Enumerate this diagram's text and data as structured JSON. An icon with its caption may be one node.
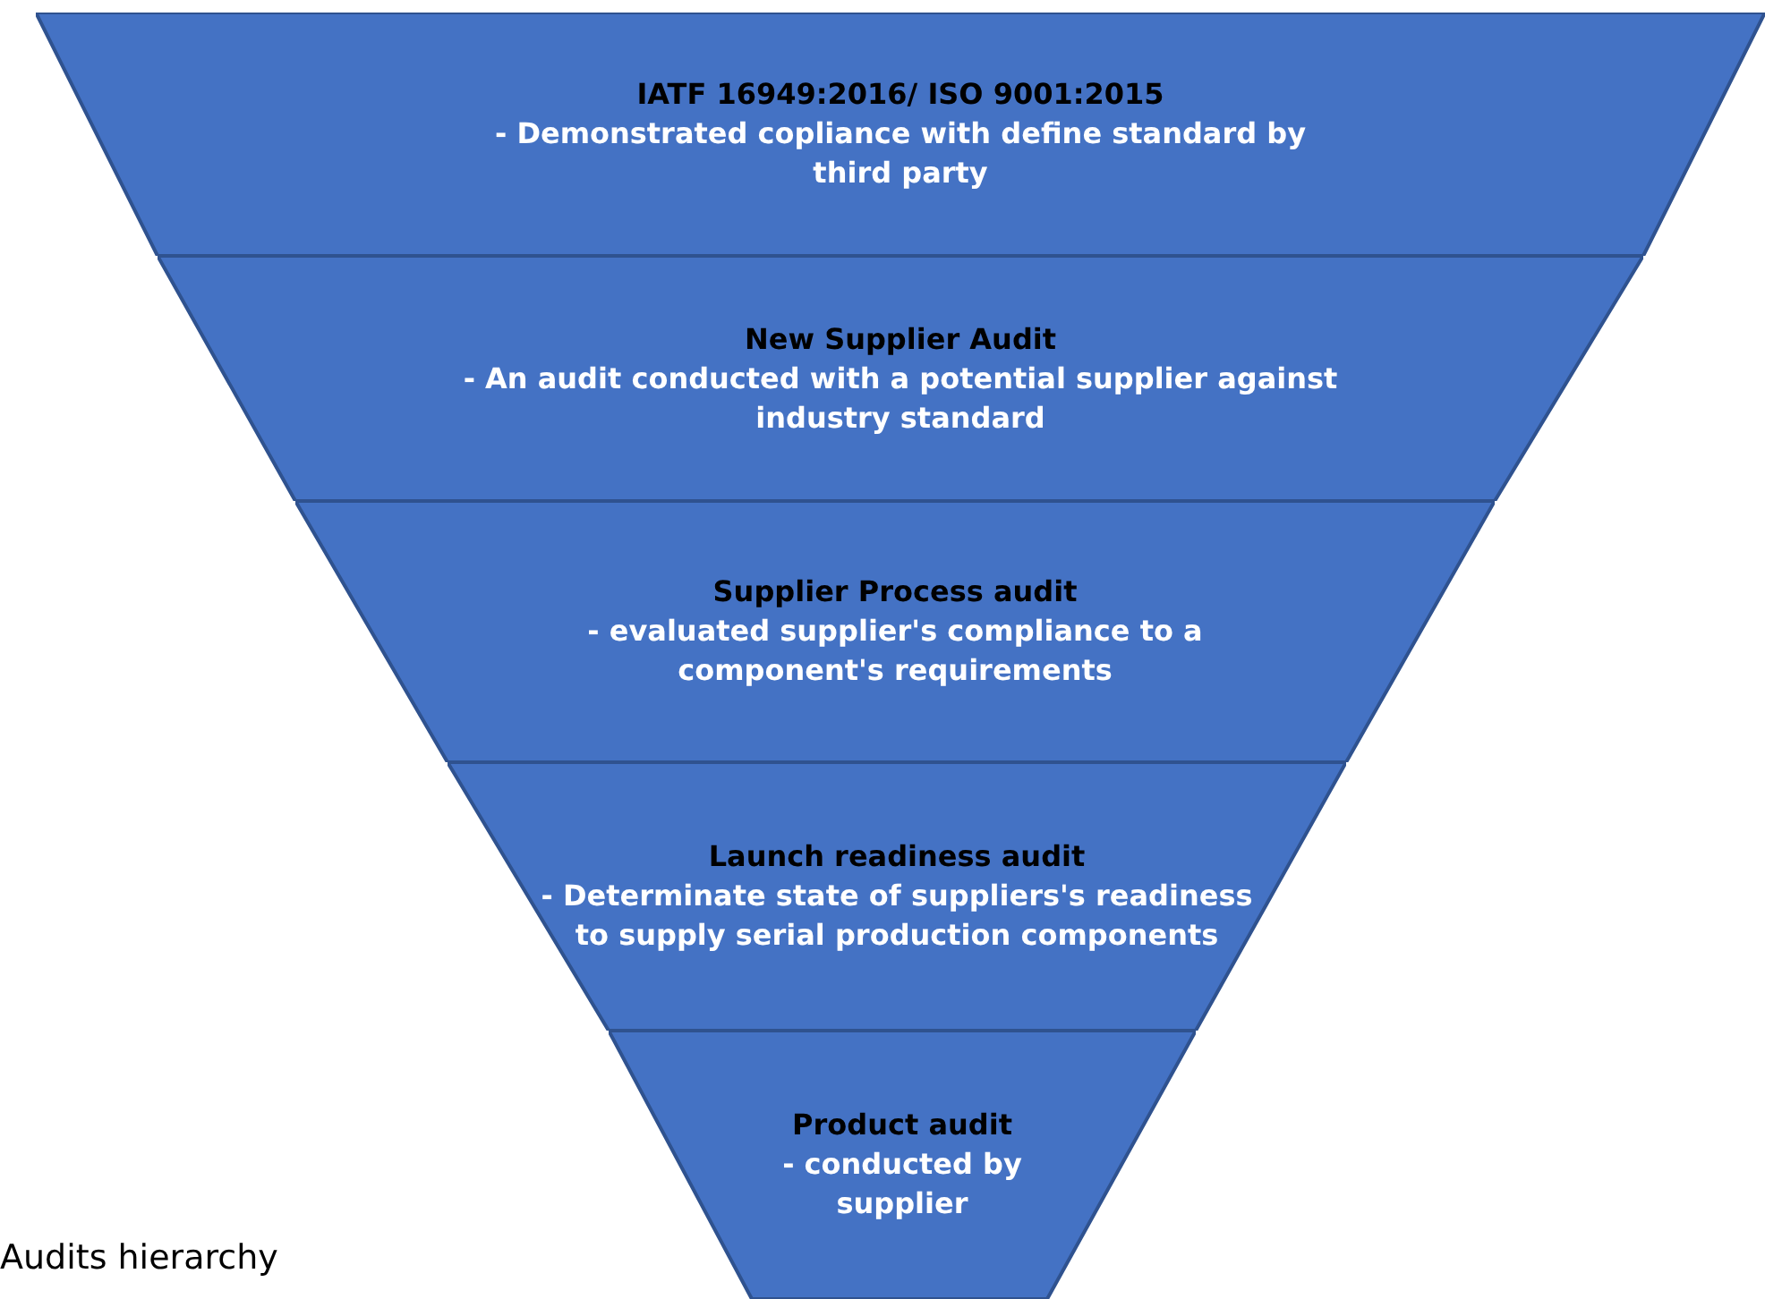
{
  "diagram": {
    "caption": "Audits hierarchy",
    "nodes": [
      {
        "text": [
          "IATF 16949:2016/ ISO 9001:2015",
          "- Demonstrated copliance with define standard by third party"
        ]
      },
      {
        "text": [
          "New Supplier Audit",
          "- An audit conducted with a potential supplier against industry standard"
        ]
      },
      {
        "text": [
          "Supplier Process audit",
          "- evaluated supplier's compliance to a component's requirements"
        ]
      },
      {
        "text": [
          "Launch readiness audit",
          "- Determinate state of suppliers's readiness to supply serial production components"
        ]
      },
      {
        "text": [
          "Product audit",
          "- conducted by supplier"
        ]
      }
    ]
  }
}
